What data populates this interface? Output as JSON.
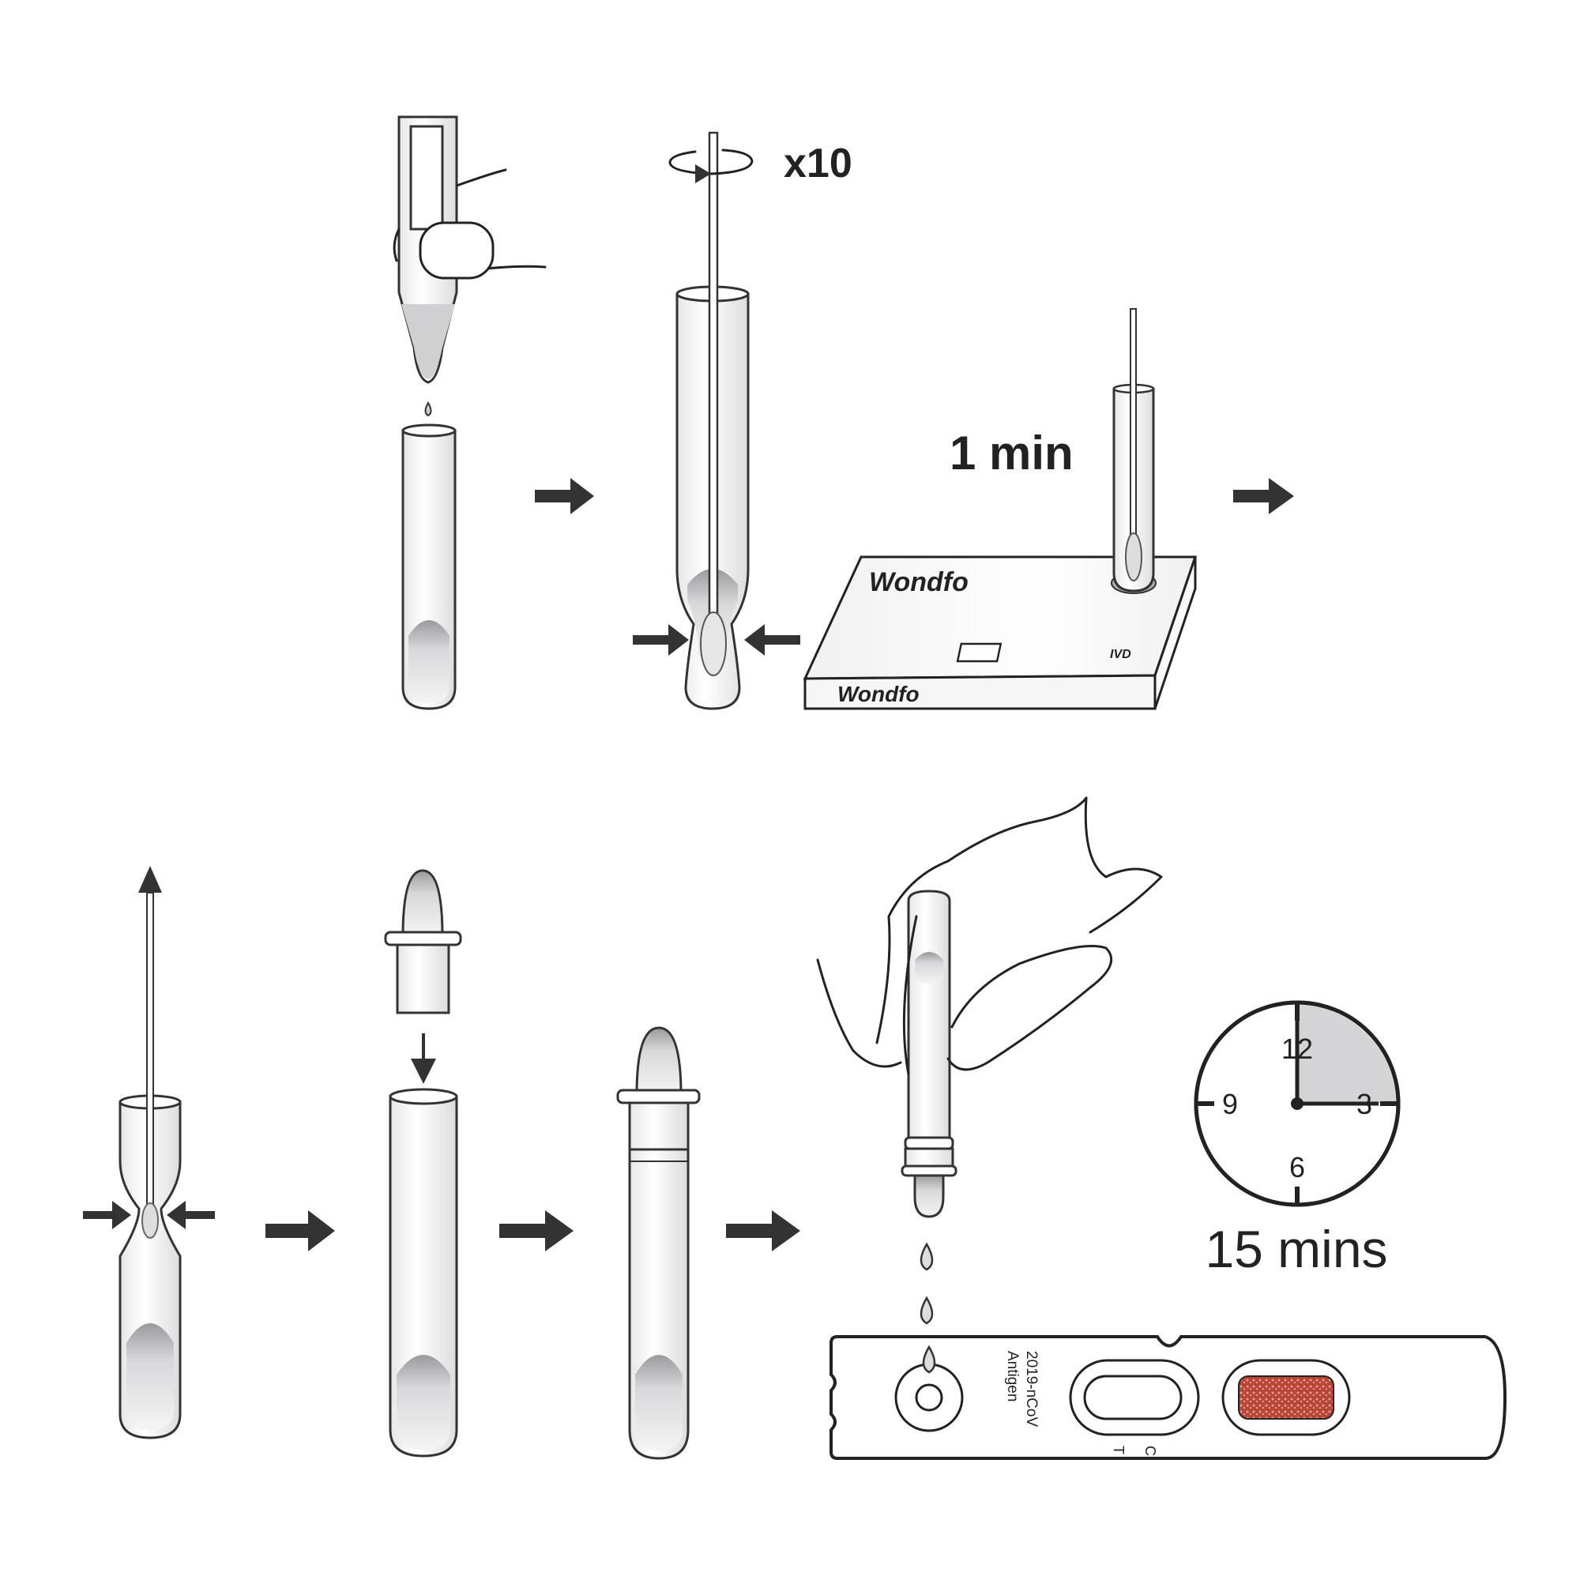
{
  "step2": {
    "rotation_count": "x10"
  },
  "step3": {
    "time": "1 min",
    "stand_logo_top": "Wondfo",
    "stand_logo_front": "Wondfo",
    "stand_badge": "IVD"
  },
  "step8": {
    "cassette_text_line1": "2019-nCoV",
    "cassette_text_line2": "Antigen",
    "test_line_label": "T",
    "control_line_label": "C"
  },
  "timer": {
    "numbers": [
      "12",
      "3",
      "6",
      "9"
    ],
    "duration": "15 mins",
    "elapsed_fraction": 0.25,
    "shade_color": "#d4d4d6"
  },
  "colors": {
    "line": "#222222",
    "control_window": "#b8473a"
  },
  "icons": [
    "right-arrow-icon",
    "rotate-arrow-icon",
    "squeeze-arrow-icon",
    "up-arrow-icon",
    "down-arrow-icon",
    "clock-icon"
  ]
}
